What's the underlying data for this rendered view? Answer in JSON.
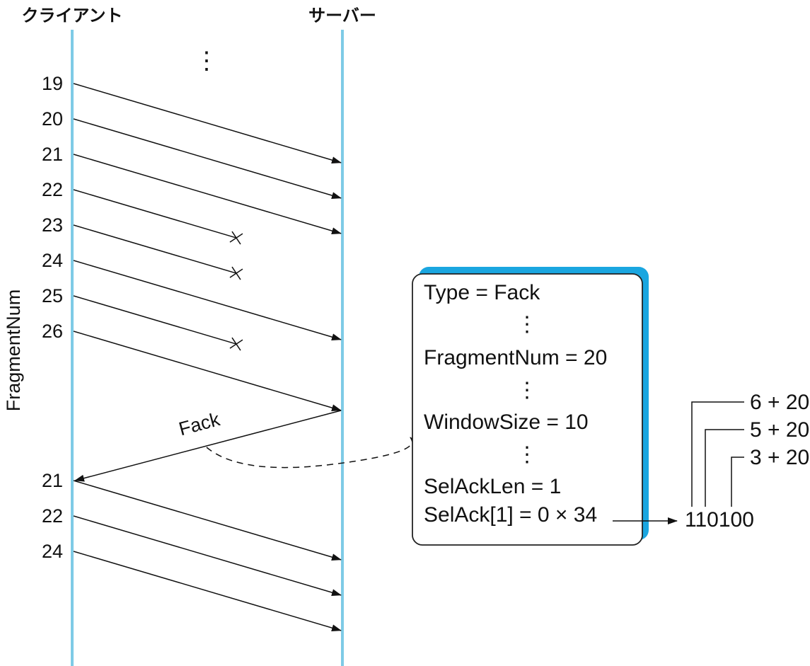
{
  "client_label": "クライアント",
  "server_label": "サーバー",
  "axis_label": "FragmentNum",
  "initial_ellipsis": "⋮",
  "initial_fragments": [
    {
      "num": "19",
      "status": "delivered"
    },
    {
      "num": "20",
      "status": "delivered"
    },
    {
      "num": "21",
      "status": "delivered"
    },
    {
      "num": "22",
      "status": "lost"
    },
    {
      "num": "23",
      "status": "lost"
    },
    {
      "num": "24",
      "status": "delivered"
    },
    {
      "num": "25",
      "status": "lost"
    },
    {
      "num": "26",
      "status": "delivered"
    }
  ],
  "ack_label": "Fack",
  "retransmitted_fragments": [
    {
      "num": "21",
      "status": "delivered"
    },
    {
      "num": "22",
      "status": "delivered"
    },
    {
      "num": "24",
      "status": "delivered"
    }
  ],
  "packet_fields": [
    "Type = Fack",
    "⋮",
    "FragmentNum = 20",
    "⋮",
    "WindowSize = 10",
    "⋮",
    "SelAckLen = 1",
    "SelAck[1] = 0 × 34"
  ],
  "bitmap_value": "110100",
  "bitmap_annotations": [
    "6 + 20",
    "5 + 20",
    "3 + 20"
  ],
  "colors": {
    "lifeline": "#7ecbe6",
    "box_shadow": "#1aa6e0",
    "ink": "#111111"
  }
}
